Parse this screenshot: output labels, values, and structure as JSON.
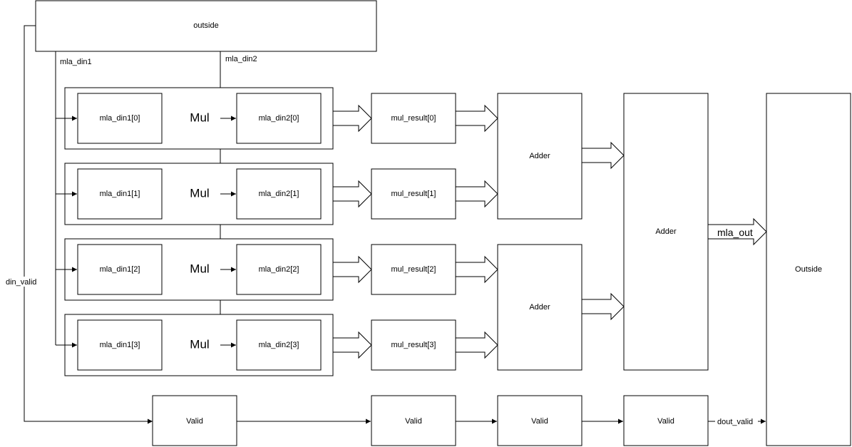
{
  "blocks": {
    "outside_top": "outside",
    "outside_right": "Outside",
    "adder_upper": "Adder",
    "adder_lower": "Adder",
    "adder_final": "Adder"
  },
  "lanes": [
    {
      "din1": "mla_din1[0]",
      "din2": "mla_din2[0]",
      "op": "Mul",
      "result": "mul_result[0]"
    },
    {
      "din1": "mla_din1[1]",
      "din2": "mla_din2[1]",
      "op": "Mul",
      "result": "mul_result[1]"
    },
    {
      "din1": "mla_din1[2]",
      "din2": "mla_din2[2]",
      "op": "Mul",
      "result": "mul_result[2]"
    },
    {
      "din1": "mla_din1[3]",
      "din2": "mla_din2[3]",
      "op": "Mul",
      "result": "mul_result[3]"
    }
  ],
  "valid_chain": [
    "Valid",
    "Valid",
    "Valid",
    "Valid"
  ],
  "signals": {
    "din1_bus": "mla_din1",
    "din2_bus": "mla_din2",
    "din_valid": "din_valid",
    "dout_valid": "dout_valid",
    "mla_out": "mla_out"
  }
}
